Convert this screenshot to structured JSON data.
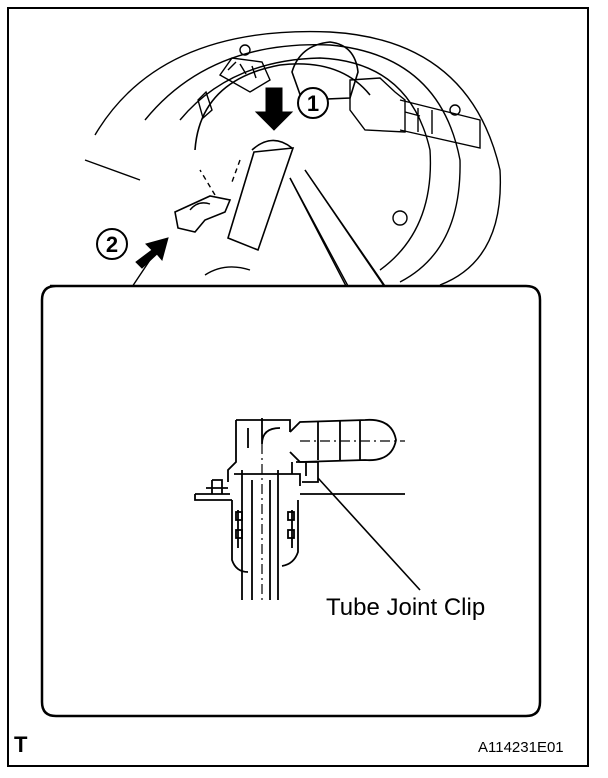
{
  "callout": {
    "text": "Tube Joint Clip"
  },
  "steps": [
    {
      "number": "1"
    },
    {
      "number": "2"
    }
  ],
  "corner_mark": "T",
  "figure_code": "A114231E01",
  "colors": {
    "line": "#000000",
    "background": "#ffffff"
  }
}
